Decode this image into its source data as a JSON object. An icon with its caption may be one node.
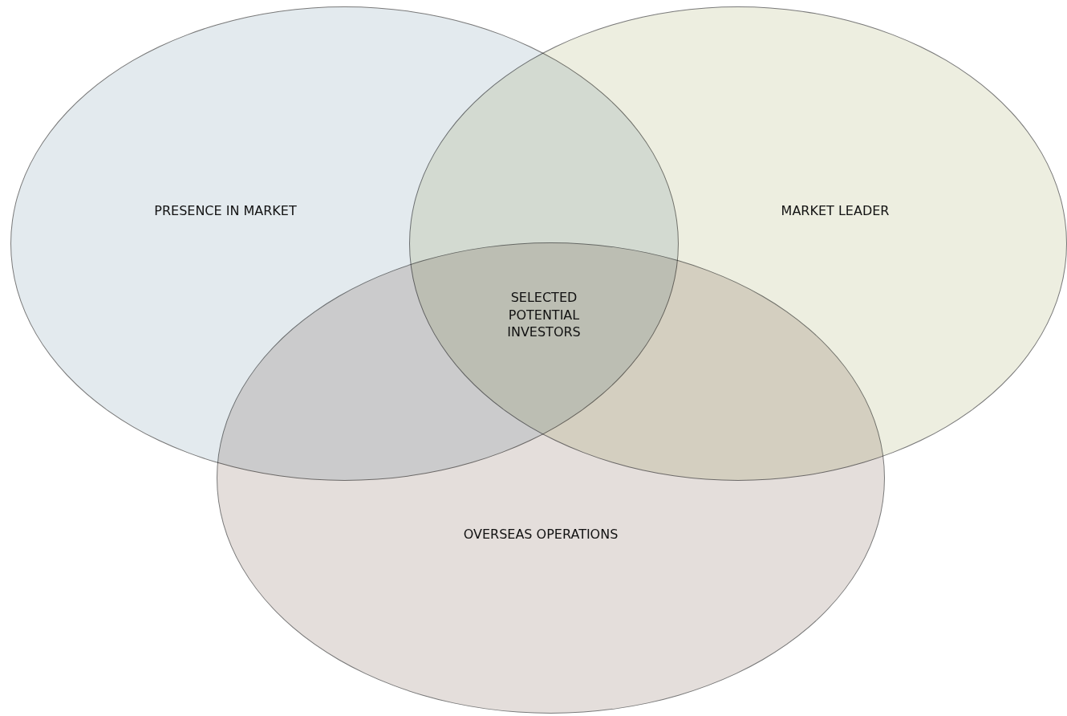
{
  "diagram": {
    "nodes": [
      {
        "text": [
          "PRESENCE IN MARKET"
        ]
      },
      {
        "text": [
          "MARKET LEADER"
        ]
      },
      {
        "text": [
          "OVERSEAS OPERATIONS"
        ]
      }
    ],
    "labels": [
      "SELECTED POTENTIAL INVESTORS"
    ]
  }
}
